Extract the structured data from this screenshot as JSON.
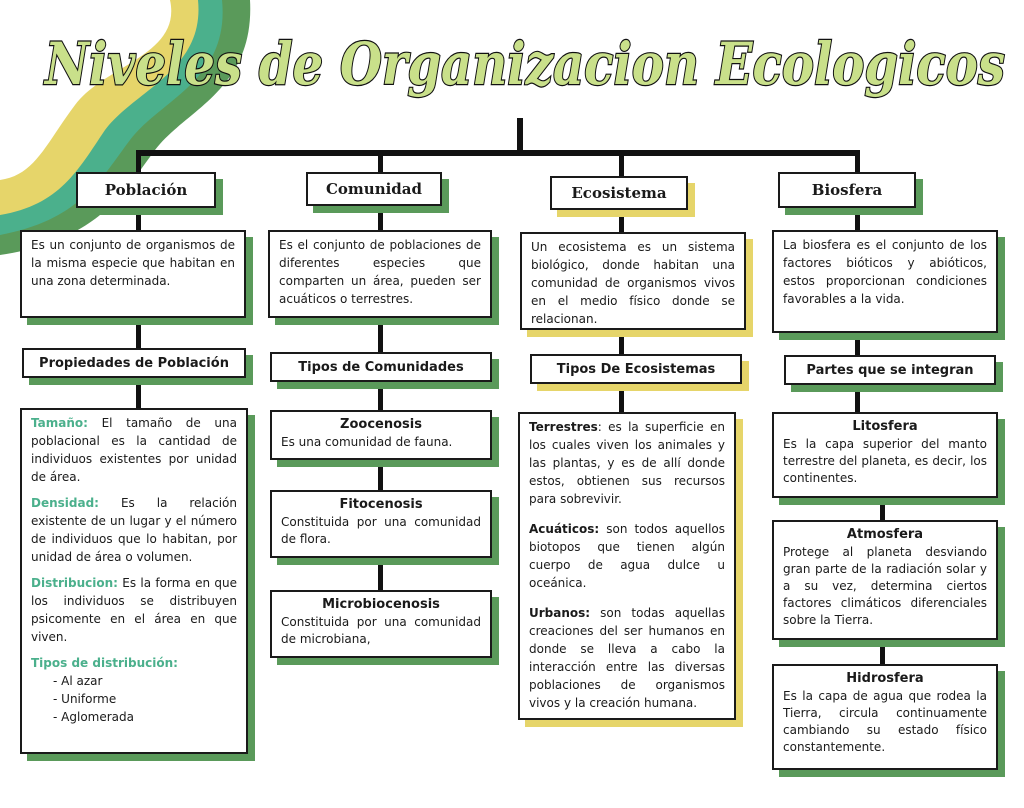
{
  "title": "Niveles de Organizacion Ecologicos",
  "colors": {
    "green": "#5a9a5a",
    "yellow": "#e6d56a",
    "teal": "#4bb08c"
  },
  "poblacion": {
    "head": "Población",
    "def": "Es un conjunto de organismos de la misma especie que habitan en una zona determinada.",
    "sub": "Propiedades de Población",
    "tam_k": "Tamaño:",
    "tam_v": " El tamaño de una poblacional es la cantidad de individuos existentes por unidad de área.",
    "den_k": "Densidad:",
    "den_v": " Es la relación existente de un lugar y el número de individuos que lo habitan, por unidad de área o volumen.",
    "dis_k": "Distribucion:",
    "dis_v": " Es la forma en que los individuos se distribuyen psicomente en el área en que viven.",
    "tipos_k": "Tipos de distribución:",
    "tipos": [
      "Al azar",
      "Uniforme",
      "Aglomerada"
    ]
  },
  "comunidad": {
    "head": "Comunidad",
    "def": "Es el conjunto de poblaciones de diferentes especies que comparten un área, pueden ser acuáticos o terrestres.",
    "sub": "Tipos de Comunidades",
    "zoo_t": "Zoocenosis",
    "zoo_d": "Es una comunidad de fauna.",
    "fito_t": "Fitocenosis",
    "fito_d": "Constituida por una comunidad de flora.",
    "micro_t": "Microbiocenosis",
    "micro_d": "Constituida por una comunidad de microbiana,"
  },
  "ecosistema": {
    "head": "Ecosistema",
    "def": "Un ecosistema es un sistema biológico, donde habitan una comunidad de organismos vivos en el medio físico donde se relacionan.",
    "sub": "Tipos De Ecosistemas",
    "ter_k": "Terrestres",
    "ter_v": ": es la superficie en los cuales viven los animales y las plantas, y es de allí donde estos, obtienen sus recursos para sobrevivir.",
    "acu_k": "Acuáticos:",
    "acu_v": " son todos aquellos biotopos que tienen algún cuerpo de agua dulce u oceánica.",
    "urb_k": "Urbanos:",
    "urb_v": " son todas aquellas creaciones del ser humanos en donde se lleva a cabo la interacción entre las diversas poblaciones de organismos vivos y la creación humana."
  },
  "biosfera": {
    "head": "Biosfera",
    "def": "La biosfera es el conjunto de los factores bióticos y abióticos, estos proporcionan condiciones favorables a la vida.",
    "sub": "Partes que se integran",
    "lit_t": "Litosfera",
    "lit_d": "Es la capa superior del manto terrestre del planeta, es decir, los continentes.",
    "atm_t": "Atmosfera",
    "atm_d": "Protege al planeta desviando gran parte de la radiación solar y a su vez, determina ciertos factores climáticos diferenciales sobre la Tierra.",
    "hid_t": "Hidrosfera",
    "hid_d": "Es la capa de agua que rodea la Tierra, circula continuamente cambiando su estado físico constantemente."
  }
}
